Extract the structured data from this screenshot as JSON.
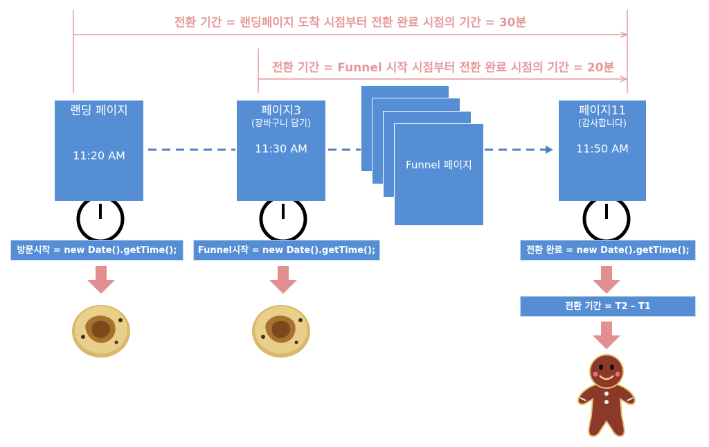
{
  "dimensions": {
    "total": "전환 기간 = 랜딩페이지 도착 시점부터 전환 완료 시점의 기간 = 30분",
    "funnel": "전환 기간 = Funnel 시작 시점부터 전환 완료 시점의 기간 = 20분"
  },
  "pages": {
    "landing": {
      "title": "랜딩 페이지",
      "time": "11:20 AM"
    },
    "page3": {
      "title": "페이지3",
      "subtitle": "(장바구니 담기)",
      "time": "11:30 AM"
    },
    "funnel": {
      "label": "Funnel 페이지"
    },
    "page11": {
      "title": "페이지11",
      "subtitle": "(감사합니다)",
      "time": "11:50 AM"
    }
  },
  "code": {
    "visit_start": "방문시작 = new Date().getTime();",
    "funnel_start": "Funnel시작 = new Date().getTime();",
    "conversion_done": "전환 완료 = new Date().getTime();",
    "duration": "전환 기간 = T2 – T1"
  },
  "colors": {
    "page_blue": "#558ed5",
    "dash_blue": "#4f81bd",
    "dimension_pink": "#e59a9a",
    "arrow_pink": "#e28f8f"
  },
  "icons": [
    "stopwatch-icon",
    "cookie-icon",
    "gingerbread-man-icon"
  ]
}
